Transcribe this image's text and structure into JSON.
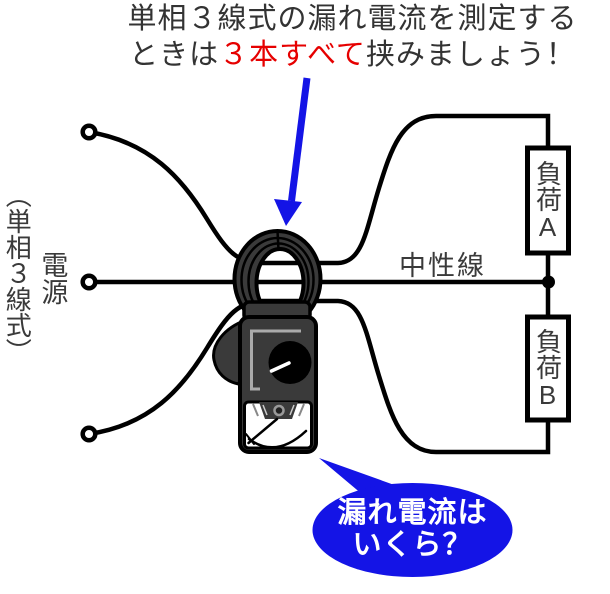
{
  "heading": {
    "line1": "単相３線式の漏れ電流を測定する",
    "line2": [
      {
        "text": "ときは",
        "style": "dark"
      },
      {
        "text": "３本すべて",
        "style": "red"
      },
      {
        "text": "挟みましょう！",
        "style": "dark"
      }
    ]
  },
  "labels": {
    "source_system": "（単相３線式）",
    "source": "電源",
    "neutral_line": "中性線",
    "load_a": "負荷A",
    "load_b": "負荷B"
  },
  "bubble": {
    "line1": "漏れ電流は",
    "line2": "いくら？"
  },
  "colors": {
    "accent_blue": "#1414e6",
    "highlight_red": "#e60000",
    "text_dark": "#333333",
    "meter_dark": "#3a3a3a",
    "wire_black": "#000000"
  }
}
